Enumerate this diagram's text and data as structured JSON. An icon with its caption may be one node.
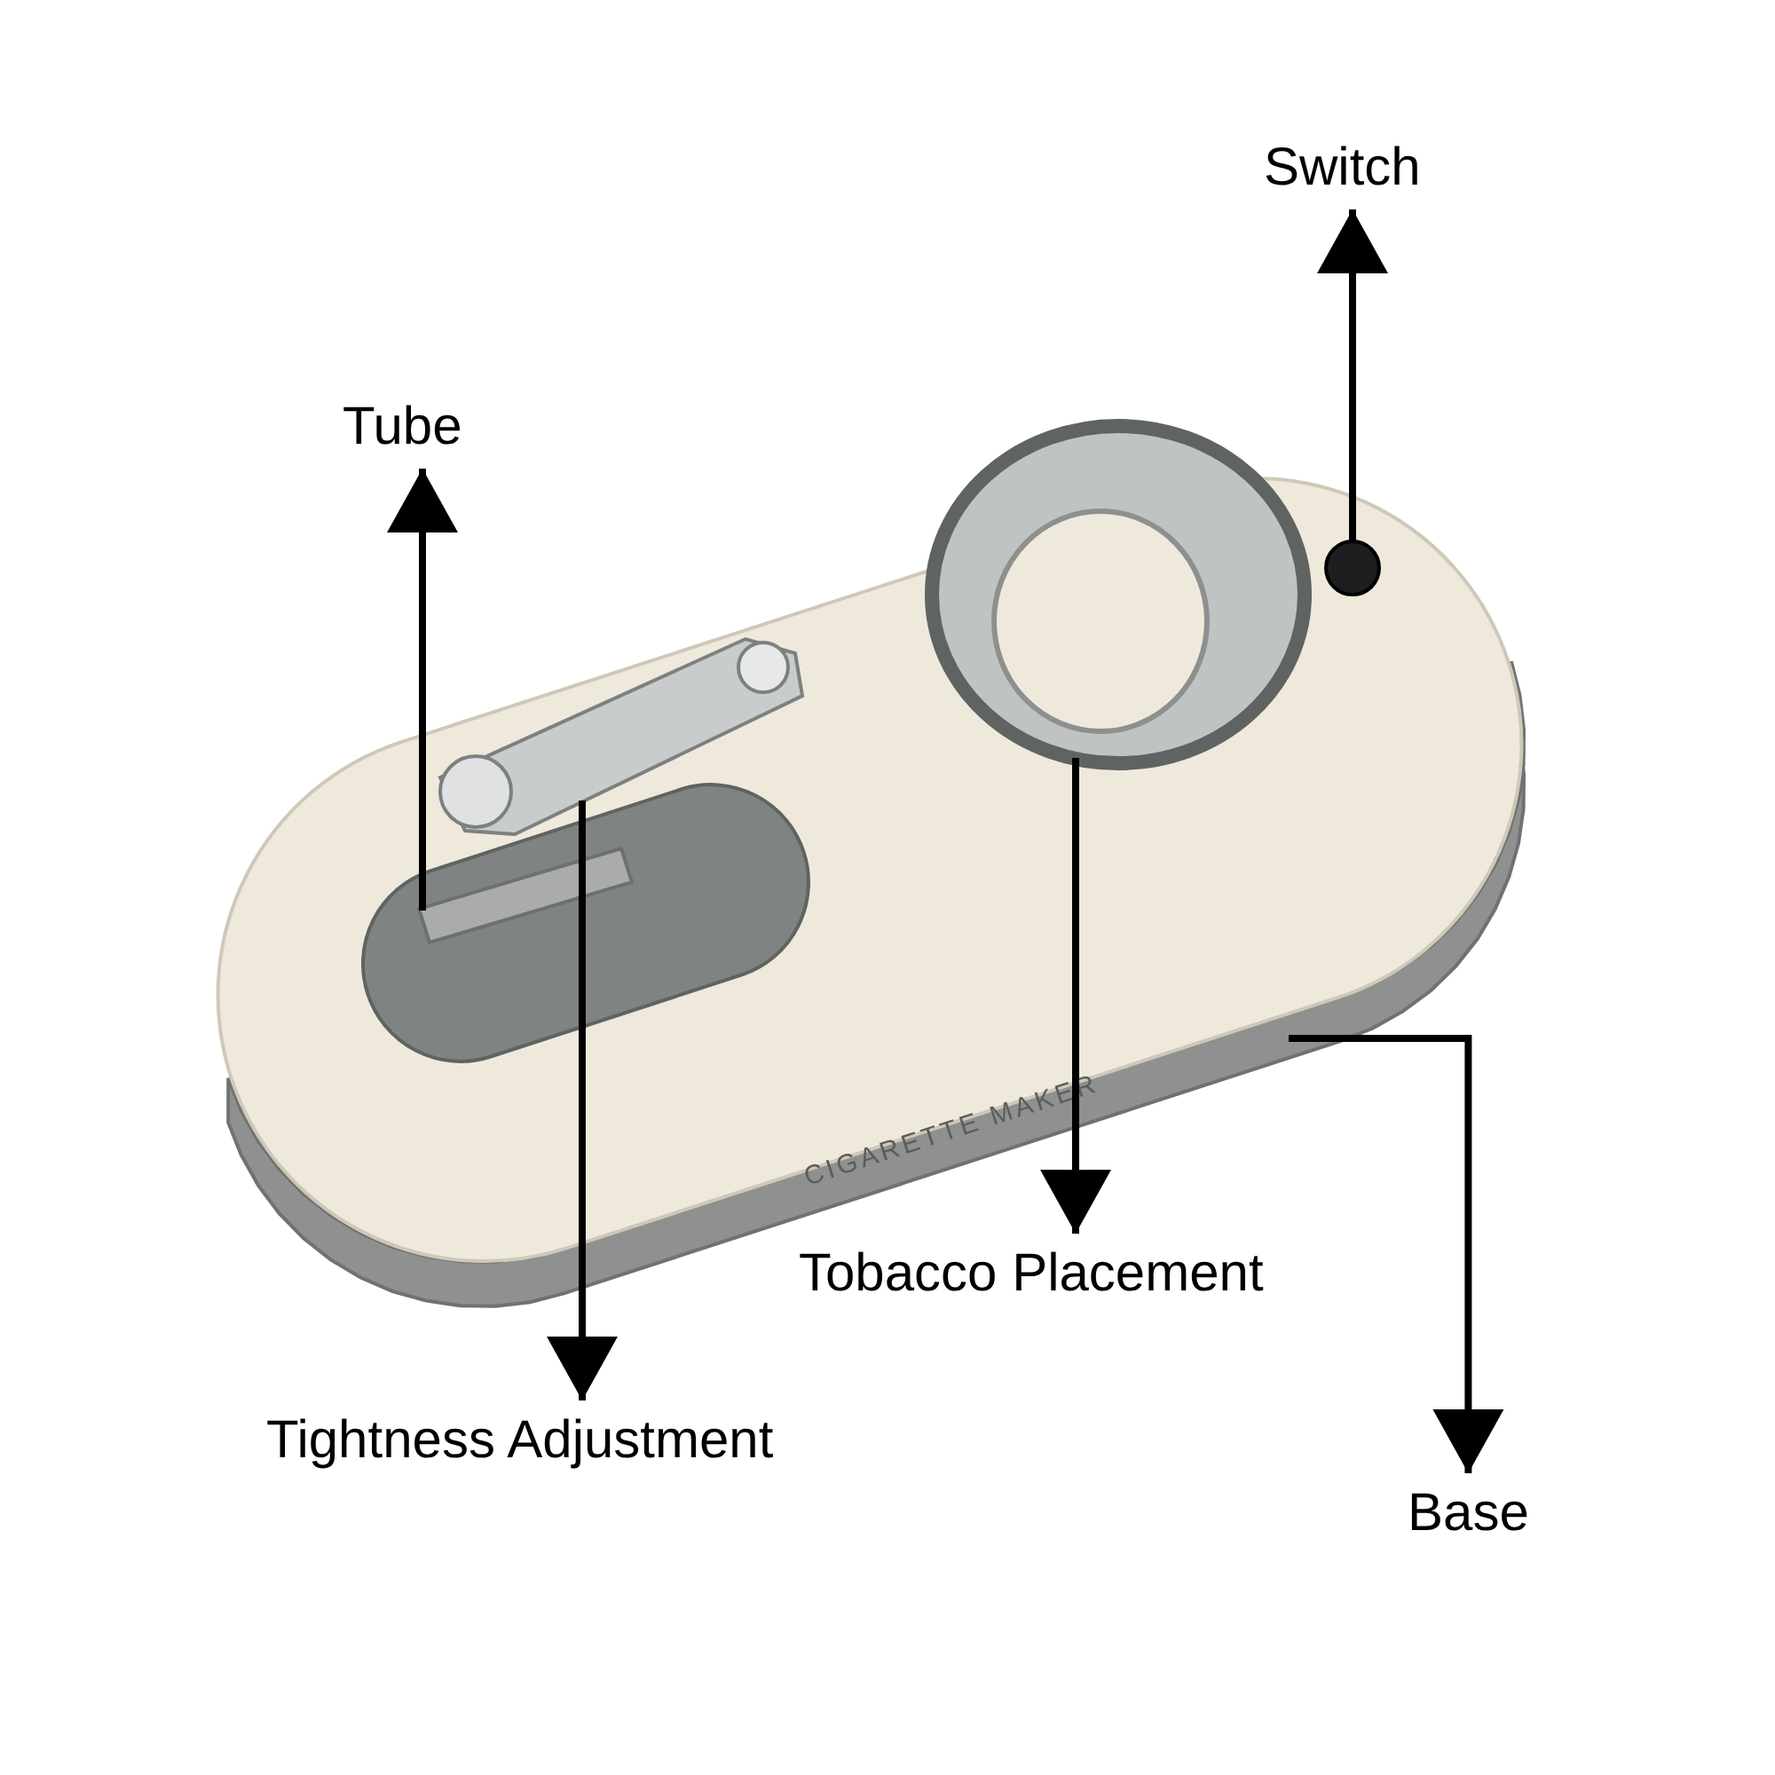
{
  "diagram": {
    "nodes": [
      {
        "text": [
          "Switch"
        ]
      },
      {
        "text": [],
        "shape": "circle"
      },
      {
        "text": [
          "Tube"
        ]
      },
      {
        "text": [],
        "shape": "cylinder"
      },
      {
        "text": [],
        "shape": "bar"
      },
      {
        "text": [],
        "shape": "funnel"
      },
      {
        "text": [
          "Tobacco Placement"
        ]
      },
      {
        "text": [
          "Tightness Adjustment"
        ]
      },
      {
        "text": [],
        "shape": "bar"
      },
      {
        "text": [
          "Base"
        ]
      }
    ],
    "edges": [
      {
        "from": 1,
        "to": 0,
        "arrow": "to"
      },
      {
        "from": 3,
        "to": 2,
        "arrow": "to"
      },
      {
        "from": 4,
        "to": 7,
        "arrow": "to"
      },
      {
        "from": 5,
        "to": 6,
        "arrow": "to"
      },
      {
        "from": 8,
        "to": 9,
        "arrow": "to"
      }
    ],
    "labels": [
      "CIGARETTE MAKER"
    ]
  }
}
